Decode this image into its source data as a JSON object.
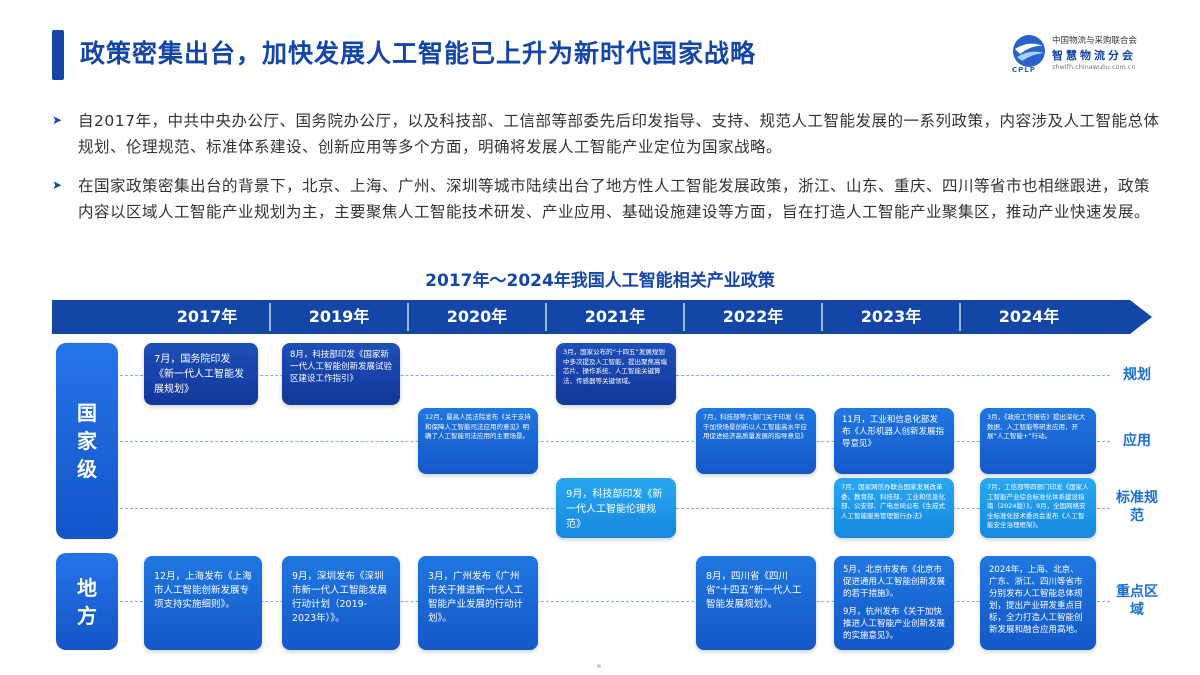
{
  "header": {
    "title": "政策密集出台，加快发展人工智能已上升为新时代国家战略",
    "logo": {
      "org": "中国物流与采购联合会",
      "name": "智慧物流分会",
      "abbr": "CPLP",
      "url": "zhwlfh.chinawuliu.com.cn"
    }
  },
  "bullets": [
    "自2017年，中共中央办公厅、国务院办公厅，以及科技部、工信部等部委先后印发指导、支持、规范人工智能发展的一系列政策，内容涉及人工智能总体规划、伦理规范、标准体系建设、创新应用等多个方面，明确将发展人工智能产业定位为国家战略。",
    "在国家政策密集出台的背景下，北京、上海、广州、深圳等城市陆续出台了地方性人工智能发展政策，浙江、山东、重庆、四川等省市也相继跟进，政策内容以区域人工智能产业规划为主，主要聚焦人工智能技术研发、产业应用、基础设施建设等方面，旨在打造人工智能产业聚集区，推动产业快速发展。"
  ],
  "timeline": {
    "title": "2017年～2024年我国人工智能相关产业政策",
    "years": [
      "2017年",
      "2019年",
      "2020年",
      "2021年",
      "2022年",
      "2023年",
      "2024年"
    ],
    "levels": {
      "national": "国家级",
      "local": "地方"
    },
    "lanes": {
      "planning": "规划",
      "application": "应用",
      "standards": "标准规范",
      "regional": "重点区域"
    },
    "events": {
      "e2017_national": "7月，国务院印发《新一代人工智能发展规划》",
      "e2019_national": "8月，科技部印发《国家新一代人工智能创新发展试验区建设工作指引》",
      "e2020_national": "12月，最高人民法院发布《关于支持和保障人工智能司法应用的意见》明确了人工智能司法应用的主要场景。",
      "e2021_planning": "3月，国家公布的“十四五”发展规划中多次提及人工智能，提出聚焦高端芯片、操作系统、人工智能关键算法、传感器等关键领域。",
      "e2021_standards": "9月，科技部印发《新一代人工智能伦理规范》",
      "e2022_national": "7月，科技部等六部门关于印发《关于加快场景创新以人工智能高水平应用促进经济高质量发展的指导意见》",
      "e2023_application": "11月，工业和信息化部发布《人形机器人创新发展指导意见》",
      "e2023_standards": "7月，国家网信办联合国家发展改革委、教育部、科技部、工业和信息化部、公安部、广电总局公布《生成式人工智能服务管理暂行办法》",
      "e2024_application": "3月，《政府工作报告》提出深化大数据、人工智能等研发应用，开展“人工智能+”行动。",
      "e2024_standards": "7月，工信部等四部门印发《国家人工智能产业综合标准化体系建设指南（2024版）》。9月，全国网络安全标准化技术委员会发布《人工智能安全治理框架》。",
      "e2017_local": "12月，上海发布《上海市人工智能创新发展专项支持实施细则》。",
      "e2019_local": "9月，深圳发布《深圳市新一代人工智能发展行动计划（2019-2023年）》。",
      "e2020_local": "3月，广州发布《广州市关于推进新一代人工智能产业发展的行动计划》。",
      "e2022_local": "8月，四川省《四川省“十四五”新一代人工智能发展规划》。",
      "e2023_local_a": "5月，北京市发布《北京市促进通用人工智能创新发展的若干措施》。",
      "e2023_local_b": "9月，杭州发布《关于加快推进人工智能产业创新发展的实施意见》。",
      "e2024_local": "2024年，上海、北京、广东、浙江、四川等省市分别发布人工智能总体规划，提出产业研发重点目标，全力打造人工智能创新发展和融合应用高地。"
    }
  }
}
